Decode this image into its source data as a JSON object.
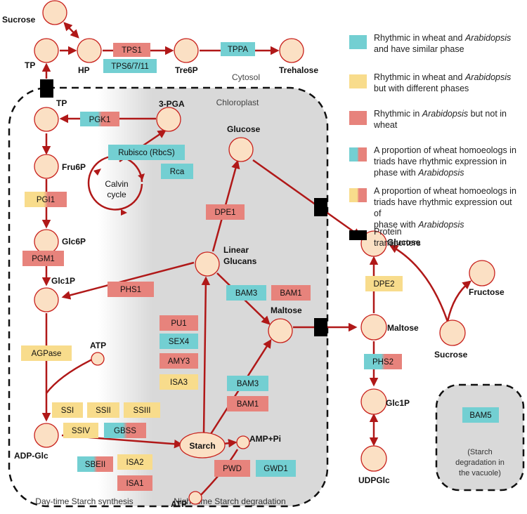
{
  "colors": {
    "arrow": "#b01818",
    "node_fill": "#fbe0c4",
    "node_stroke": "#c8201c",
    "cyan": "#73cfd2",
    "yellow": "#f8dc8c",
    "red": "#e7837c",
    "chloroplast_fill": "#d9d9d9",
    "transporter": "#000000"
  },
  "compartments": {
    "cytosol": "Cytosol",
    "chloroplast": "Chloroplast",
    "daytime": "Day-time Starch synthesis",
    "nighttime": "Night-time Starch degradation",
    "vacuole_note": [
      "(Starch",
      "degradation in",
      "the vacuole)"
    ]
  },
  "nodes": {
    "sucrose_top": "Sucrose",
    "tp_top": "TP",
    "hp": "HP",
    "tre6p": "Tre6P",
    "trehalose": "Trehalose",
    "tp_chl": "TP",
    "pga": "3-PGA",
    "fru6p": "Fru6P",
    "glc6p": "Glc6P",
    "glc1p_chl": "Glc1P",
    "atp_1": "ATP",
    "adp_glc": "ADP-Glc",
    "starch": "Starch",
    "amp_pi": "AMP+Pi",
    "atp_2": "ATP",
    "calvin": [
      "Calvin",
      "cycle"
    ],
    "glucose_chl": "Glucose",
    "linear_glucans": [
      "Linear",
      "Glucans"
    ],
    "maltose_chl": "Maltose",
    "glucose_cyt": "Glucose",
    "fructose": "Fructose",
    "maltose_cyt": "Maltose",
    "sucrose_cyt": "Sucrose",
    "glc1p_cyt": "Glc1P",
    "udpglc": "UDPGlc"
  },
  "enzymes": {
    "tps1": "TPS1",
    "tps6711": "TPS6/7/11",
    "tppa": "TPPA",
    "pgk1": "PGK1",
    "rubisco": "Rubisco (RbcS)",
    "rca": "Rca",
    "pgi1": "PGI1",
    "pgm1": "PGM1",
    "agpase": "AGPase",
    "ssi": "SSI",
    "ssii": "SSII",
    "ssiii": "SSIII",
    "ssiv": "SSIV",
    "gbss": "GBSS",
    "sbeii": "SBEII",
    "isa2": "ISA2",
    "isa1": "ISA1",
    "phs1": "PHS1",
    "dpe1": "DPE1",
    "bam3_a": "BAM3",
    "bam1_a": "BAM1",
    "pu1": "PU1",
    "sex4": "SEX4",
    "amy3": "AMY3",
    "isa3": "ISA3",
    "bam3_b": "BAM3",
    "bam1_b": "BAM1",
    "pwd": "PWD",
    "gwd1": "GWD1",
    "dpe2": "DPE2",
    "phs2": "PHS2",
    "bam5": "BAM5"
  },
  "legend": [
    {
      "swatch": "cyan",
      "parts": [
        [
          "Rhythmic in wheat and ",
          false
        ],
        [
          "Arabidopsis",
          true
        ],
        [
          "",
          false
        ]
      ],
      "line2": [
        [
          "and have similar phase",
          false
        ]
      ]
    },
    {
      "swatch": "yellow",
      "parts": [
        [
          "Rhythmic in wheat and ",
          false
        ],
        [
          "Arabidopsis",
          true
        ]
      ],
      "line2": [
        [
          "but with different phases",
          false
        ]
      ]
    },
    {
      "swatch": "red",
      "parts": [
        [
          "Rhythmic in ",
          false
        ],
        [
          "Arabidopsis",
          true
        ],
        [
          " but not in",
          false
        ]
      ],
      "line2": [
        [
          "wheat",
          false
        ]
      ]
    },
    {
      "swatch": "cyan-red",
      "parts": [
        [
          "A proportion of wheat homoeologs in",
          false
        ]
      ],
      "line2": [
        [
          "triads have rhythmic expression in",
          false
        ]
      ],
      "line3": [
        [
          "phase with ",
          false
        ],
        [
          "Arabidopsis",
          true
        ]
      ]
    },
    {
      "swatch": "yellow-red",
      "parts": [
        [
          "A proportion of wheat homoeologs in",
          false
        ]
      ],
      "line2": [
        [
          "triads have rhythmic expression out of",
          false
        ]
      ],
      "line3": [
        [
          "phase with ",
          false
        ],
        [
          "Arabidopsis",
          true
        ]
      ]
    },
    {
      "swatch": "black",
      "parts": [
        [
          "Protein",
          false
        ]
      ],
      "line2": [
        [
          "transporters",
          false
        ]
      ]
    }
  ]
}
